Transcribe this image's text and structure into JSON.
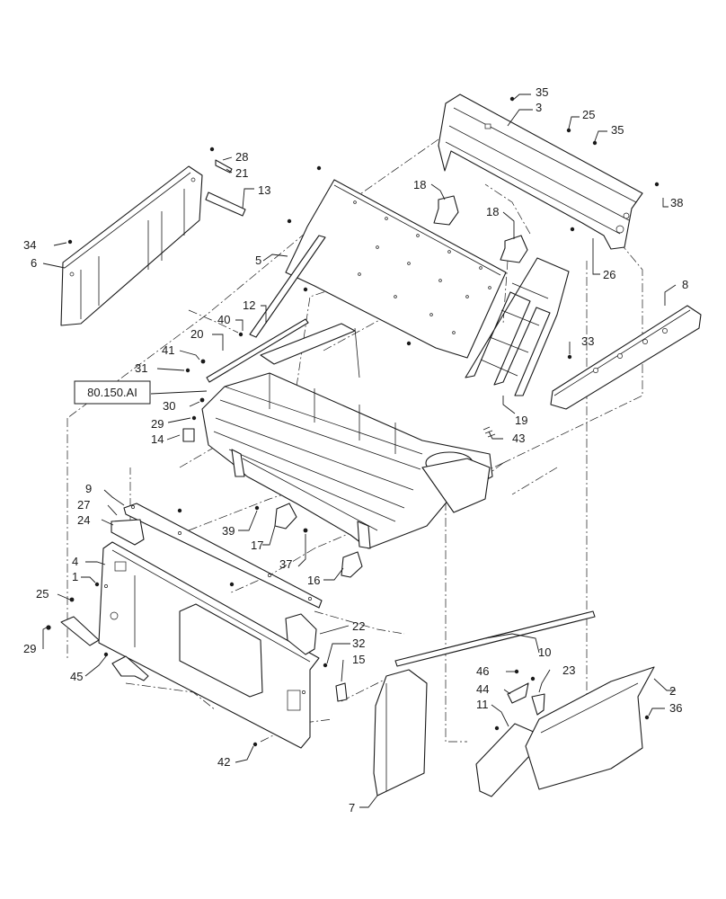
{
  "reference": {
    "label": "80.150.AI"
  },
  "callouts": {
    "c35a": "35",
    "c3": "3",
    "c25a": "25",
    "c35b": "35",
    "c28": "28",
    "c21": "21",
    "c13": "13",
    "c18a": "18",
    "c18b": "18",
    "c38": "38",
    "c34": "34",
    "c6": "6",
    "c5": "5",
    "c26": "26",
    "c8": "8",
    "c12": "12",
    "c40": "40",
    "c20": "20",
    "c41": "41",
    "c31": "31",
    "c33": "33",
    "c30": "30",
    "c29a": "29",
    "c19": "19",
    "c14": "14",
    "c43": "43",
    "c9": "9",
    "c27": "27",
    "c24": "24",
    "c39": "39",
    "c17": "17",
    "c37": "37",
    "c4": "4",
    "c1": "1",
    "c16": "16",
    "c25b": "25",
    "c22": "22",
    "c32": "32",
    "c29b": "29",
    "c10": "10",
    "c45": "45",
    "c15": "15",
    "c46": "46",
    "c23": "23",
    "c44": "44",
    "c2": "2",
    "c11": "11",
    "c36": "36",
    "c42": "42",
    "c7": "7"
  }
}
